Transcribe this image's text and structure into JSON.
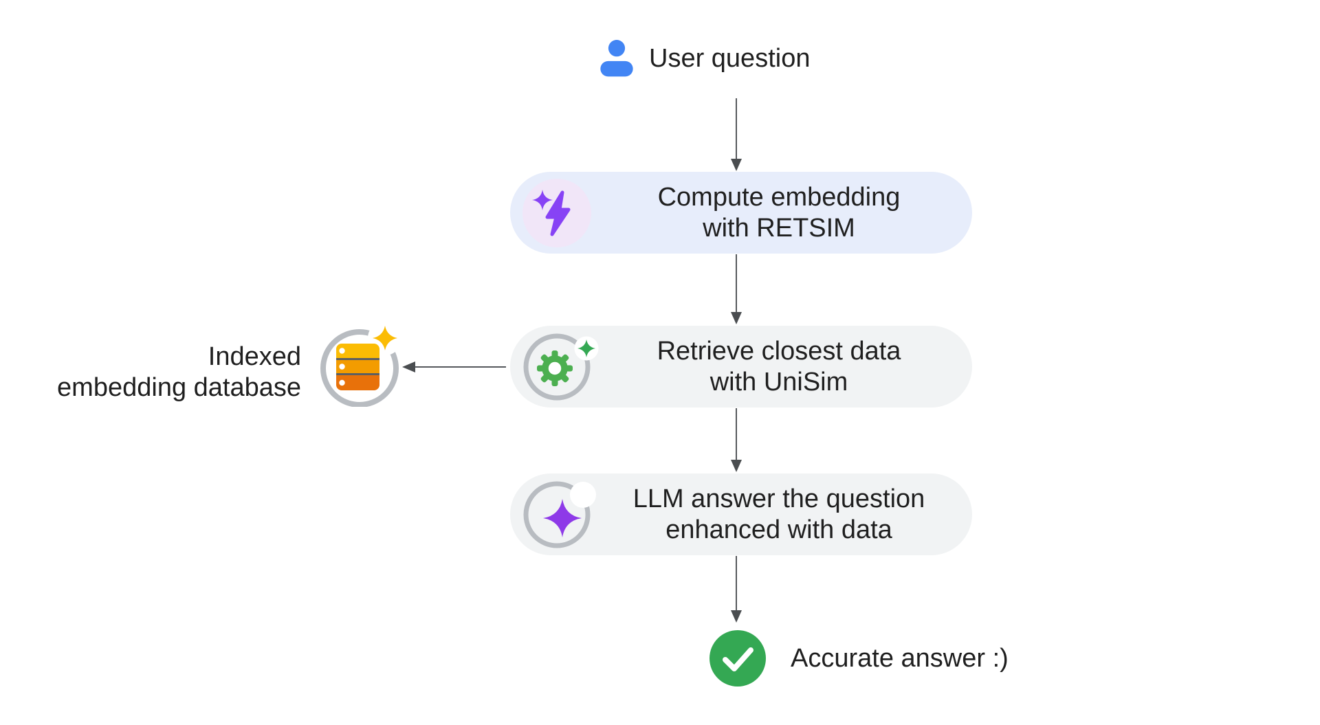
{
  "colors": {
    "text": "#1f1f1f",
    "arrow": "#55585c",
    "arrow-head": "#4a4d50",
    "blue": "#4285f4",
    "pill-blue": "#e7edfb",
    "pill-gray": "#f1f3f4",
    "icon-circle": "#f1e6f8",
    "bolt": "#8742f5",
    "ring": "#b8bcc1",
    "gear": "#4caf50",
    "spark-green": "#34a853",
    "star": "#8e3ae8",
    "db1": "#fbbc04",
    "db2": "#f39c00",
    "db3": "#e8710a",
    "db-sep": "#5c5f62",
    "gold": "#fbbc04",
    "check": "#34a853"
  },
  "icons": {
    "user": "person-silhouette",
    "compute": "lightning-bolt-with-sparkle",
    "retrieve": "gear-with-sparkle-badge-in-ring",
    "database": "server-stack-with-gold-sparkle-in-ring",
    "llm": "four-point-star-with-badge-in-ring",
    "answer": "check-circle"
  },
  "nodes": {
    "user_question": {
      "label": "User question"
    },
    "compute_embedding": {
      "line1": "Compute embedding",
      "line2": "with RETSIM"
    },
    "retrieve_data": {
      "line1": "Retrieve closest data",
      "line2": "with UniSim"
    },
    "indexed_database": {
      "line1": "Indexed",
      "line2": "embedding database"
    },
    "llm_answer": {
      "line1": "LLM answer the question",
      "line2": "enhanced with data"
    },
    "accurate_answer": {
      "label": "Accurate answer :)"
    }
  }
}
